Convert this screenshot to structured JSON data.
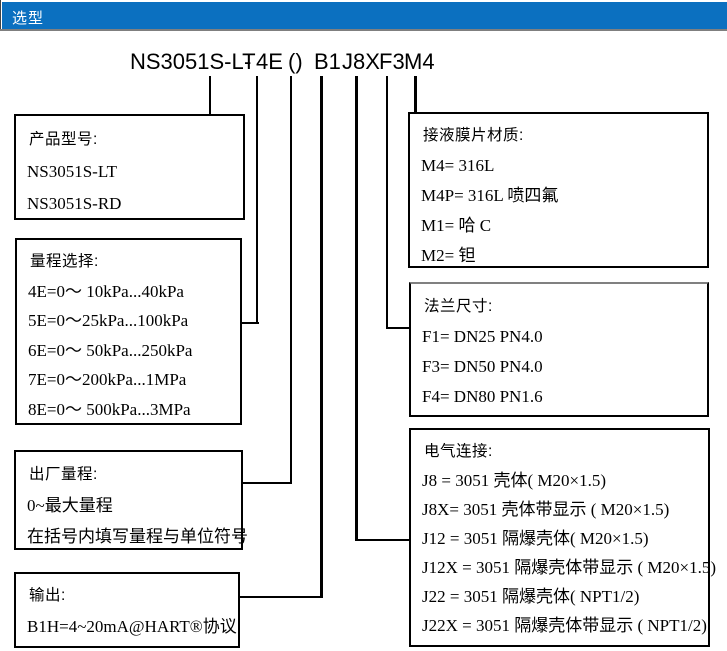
{
  "header": {
    "title": "选型"
  },
  "model_code": {
    "segments": {
      "base": "NS3051S-LT",
      "dash": "-",
      "range": "4E",
      "factory_range": "()",
      "output": "B1",
      "electrical": "J8X",
      "flange": "F3",
      "material": "M4"
    }
  },
  "boxes": {
    "product_model": {
      "title": "产品型号:",
      "items": [
        "NS3051S-LT",
        "NS3051S-RD"
      ]
    },
    "range_selection": {
      "title": "量程选择:",
      "items": [
        "4E=0～ 10kPa...40kPa",
        "5E=0～25kPa...100kPa",
        "6E=0～ 50kPa...250kPa",
        "7E=0～200kPa...1MPa",
        "8E=0～ 500kPa...3MPa"
      ]
    },
    "factory_range": {
      "title": "出厂量程:",
      "items": [
        "0~最大量程",
        "在括号内填写量程与单位符号"
      ]
    },
    "output": {
      "title": "输出:",
      "items": [
        "B1H=4~20mA@HART®协议"
      ]
    },
    "diaphragm_material": {
      "title": "接液膜片材质:",
      "items": [
        "M4= 316L",
        "M4P= 316L 喷四氟",
        "M1= 哈 C",
        "M2= 钽"
      ]
    },
    "flange_size": {
      "title": "法兰尺寸:",
      "items": [
        "F1= DN25 PN4.0",
        "F3= DN50 PN4.0",
        "F4= DN80 PN1.6"
      ]
    },
    "electrical_connection": {
      "title": "电气连接:",
      "items": [
        "J8 = 3051 壳体( M20×1.5)",
        "J8X= 3051 壳体带显示 ( M20×1.5)",
        "J12 = 3051 隔爆壳体( M20×1.5)",
        "J12X = 3051 隔爆壳体带显示 ( M20×1.5)",
        "J22 = 3051 隔爆壳体( NPT1/2)",
        "J22X = 3051 隔爆壳体带显示 ( NPT1/2)"
      ]
    }
  },
  "colors": {
    "header_bg": "#0b70c0",
    "header_text": "#ffffff",
    "divider": "#7f7f7f",
    "line": "#000000",
    "flange_box_top_border": "#808080"
  }
}
